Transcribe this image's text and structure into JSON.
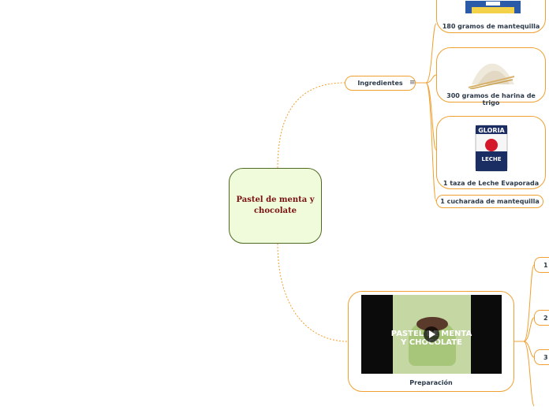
{
  "root": {
    "title": "Pastel de menta y chocolate"
  },
  "ingredients": {
    "label": "Ingredientes",
    "menu_icon": "≡",
    "items": [
      {
        "label": "180 gramos de mantequilla",
        "image": "butter-package"
      },
      {
        "label": "300 gramos de harina de trigo",
        "image": "flour-pile"
      },
      {
        "label": "1 taza de Leche Evaporada",
        "image": "milk-can"
      },
      {
        "label": "1 cucharada de mantequilla"
      }
    ],
    "can_brand": "GLORIA",
    "can_product": "LECHE"
  },
  "preparation": {
    "label": "Preparación",
    "video_overlay": [
      "PASTEL DE MENTA",
      "Y CHOCOLATE"
    ],
    "steps": [
      "1",
      "2",
      "3"
    ]
  },
  "colors": {
    "link": "#f0a030",
    "root_bg": "#f0fbdc",
    "root_text": "#7a1212"
  }
}
